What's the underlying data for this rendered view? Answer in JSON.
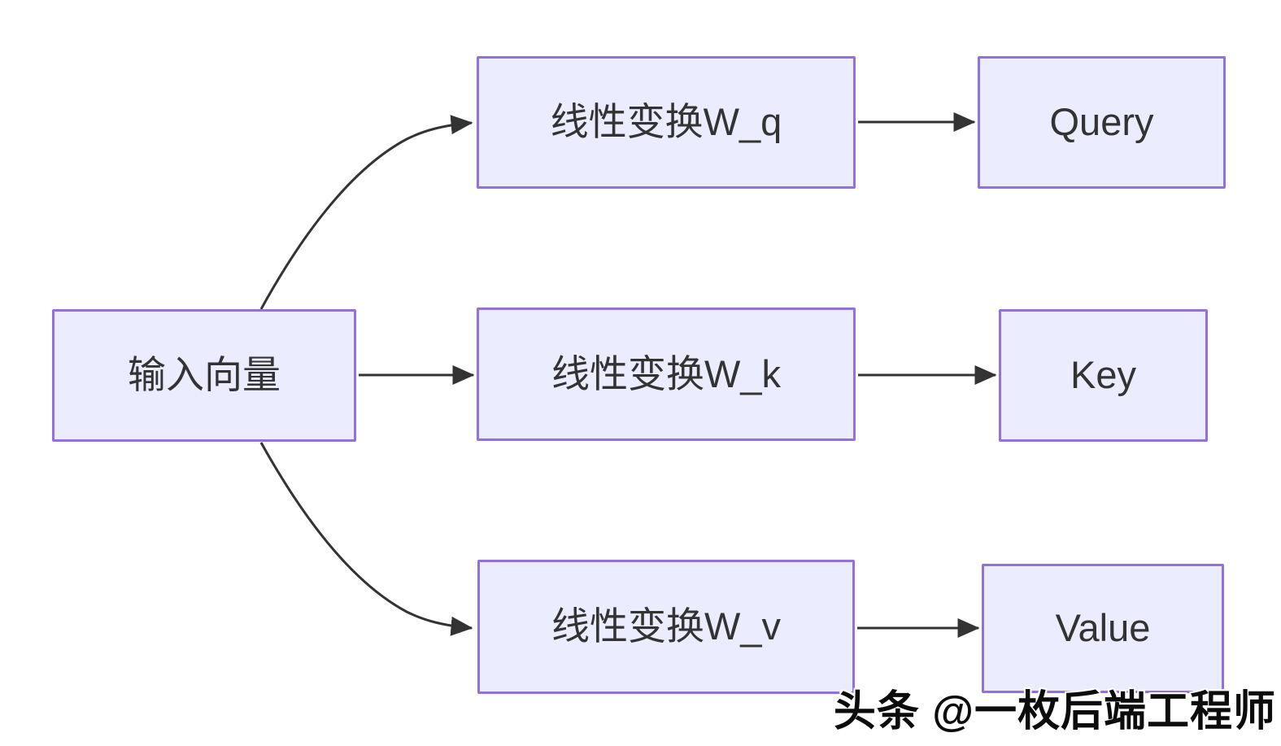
{
  "diagram": {
    "type": "flowchart",
    "direction": "left-to-right",
    "nodes": {
      "input": {
        "id": "input",
        "label": "输入向量"
      },
      "wq": {
        "id": "wq",
        "label": "线性变换W_q"
      },
      "wk": {
        "id": "wk",
        "label": "线性变换W_k"
      },
      "wv": {
        "id": "wv",
        "label": "线性变换W_v"
      },
      "query": {
        "id": "query",
        "label": "Query"
      },
      "key": {
        "id": "key",
        "label": "Key"
      },
      "value": {
        "id": "value",
        "label": "Value"
      }
    },
    "edges": [
      {
        "from": "input",
        "to": "wq"
      },
      {
        "from": "input",
        "to": "wk"
      },
      {
        "from": "input",
        "to": "wv"
      },
      {
        "from": "wq",
        "to": "query"
      },
      {
        "from": "wk",
        "to": "key"
      },
      {
        "from": "wv",
        "to": "value"
      }
    ],
    "colors": {
      "node_fill": "#ECECFF",
      "node_border": "#9370DB",
      "edge_stroke": "#333333",
      "label_text": "#333333",
      "background": "#FFFFFF"
    }
  },
  "watermark": {
    "text": "头条 @一枚后端工程师"
  }
}
